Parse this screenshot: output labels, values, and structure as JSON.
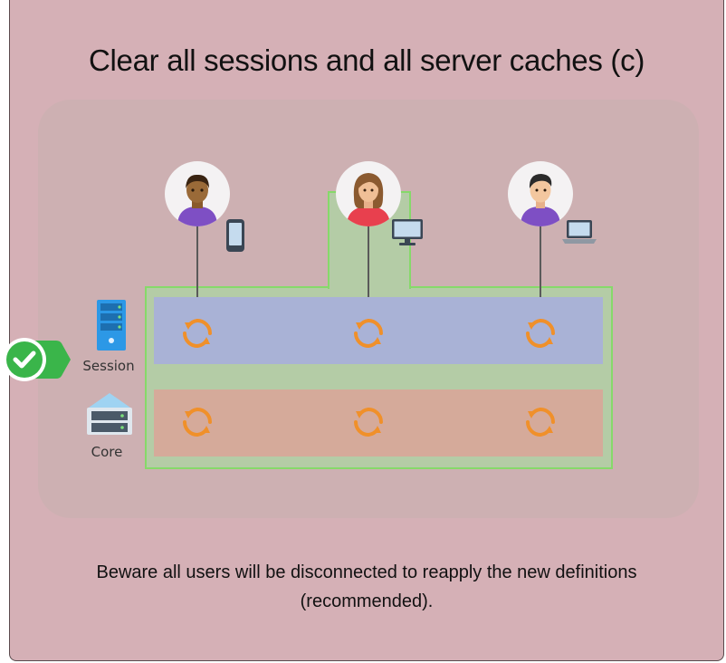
{
  "dialog": {
    "title": "Clear all sessions and all server caches (c)",
    "footer_line1": "Beware all users will be disconnected to reapply the new definitions",
    "footer_line2": "(recommended)."
  },
  "diagram": {
    "layers": [
      {
        "label": "Session",
        "icon": "server-rack-icon",
        "color": "#a9b2d6"
      },
      {
        "label": "Core",
        "icon": "server-box-icon",
        "color": "#d5aa9a"
      }
    ],
    "users": [
      {
        "avatar": "male-user-dark-skin-icon",
        "device": "smartphone-icon"
      },
      {
        "avatar": "female-user-icon",
        "device": "desktop-monitor-icon",
        "selected": true
      },
      {
        "avatar": "male-user-icon",
        "device": "laptop-icon"
      }
    ],
    "selected_layer_badge": "checkmark-badge-icon",
    "colors": {
      "card_bg": "#d5b0b6",
      "highlight_green": "#86d96a",
      "sync_orange": "#f0902a",
      "badge_green": "#3ab54a"
    }
  }
}
